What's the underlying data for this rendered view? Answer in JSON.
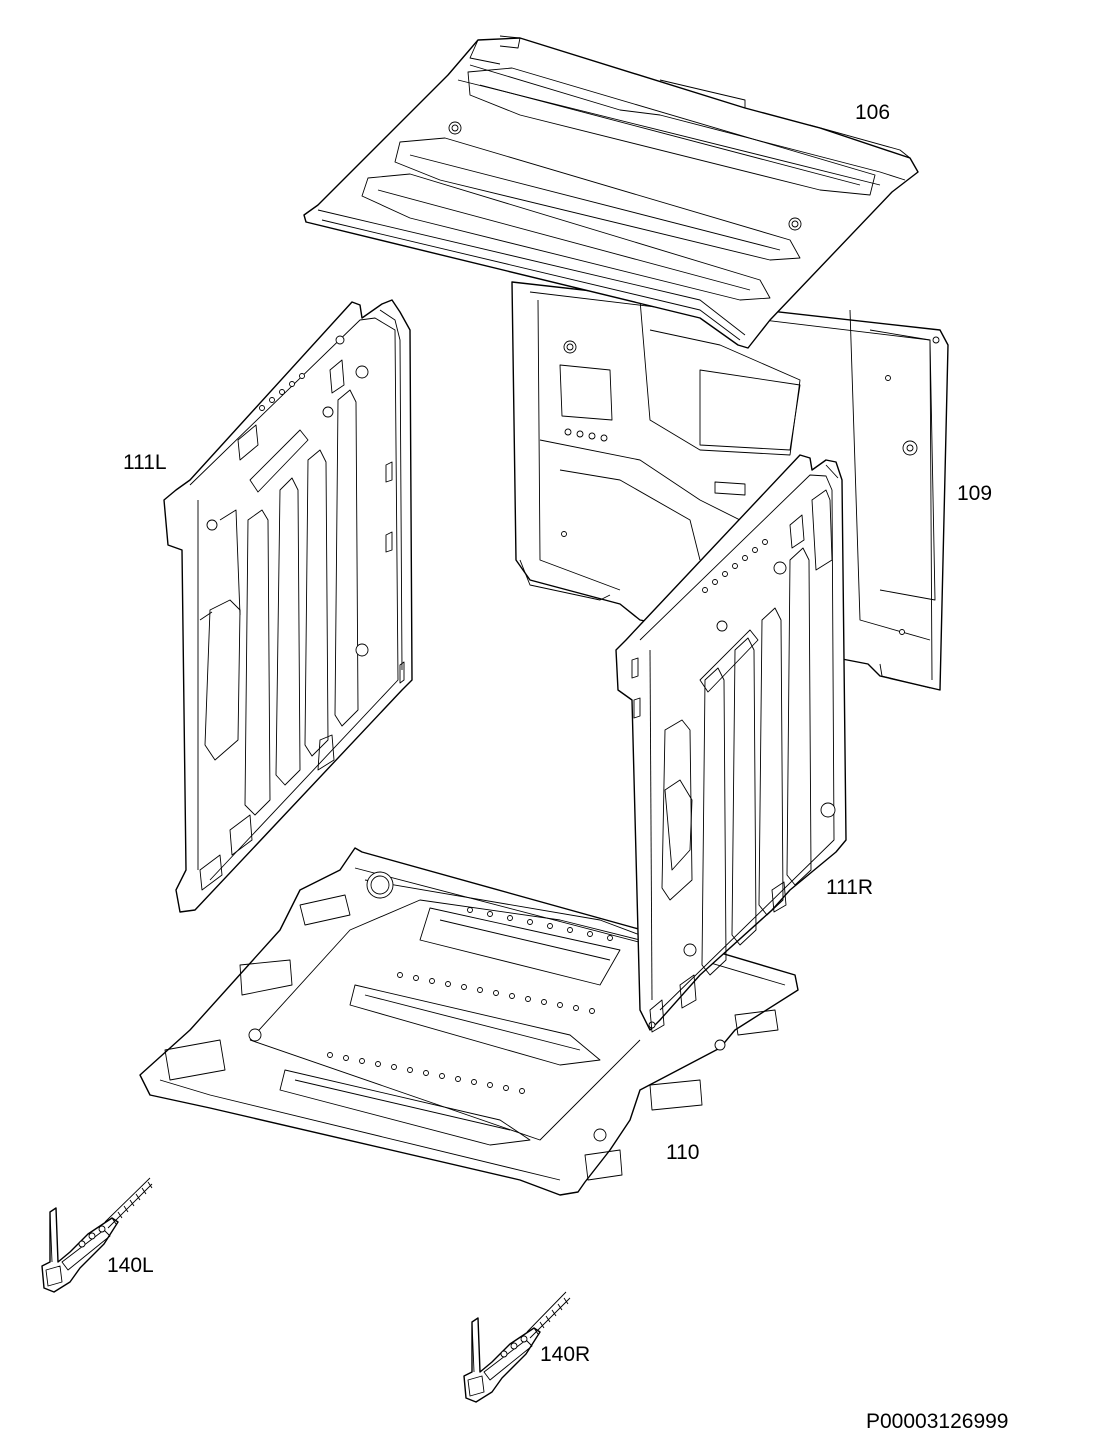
{
  "labels": {
    "top_panel": "106",
    "back_panel": "109",
    "bottom_panel": "110",
    "side_left": "111L",
    "side_right": "111R",
    "hinge_left": "140L",
    "hinge_right": "140R"
  },
  "drawing_code": "P00003126999"
}
